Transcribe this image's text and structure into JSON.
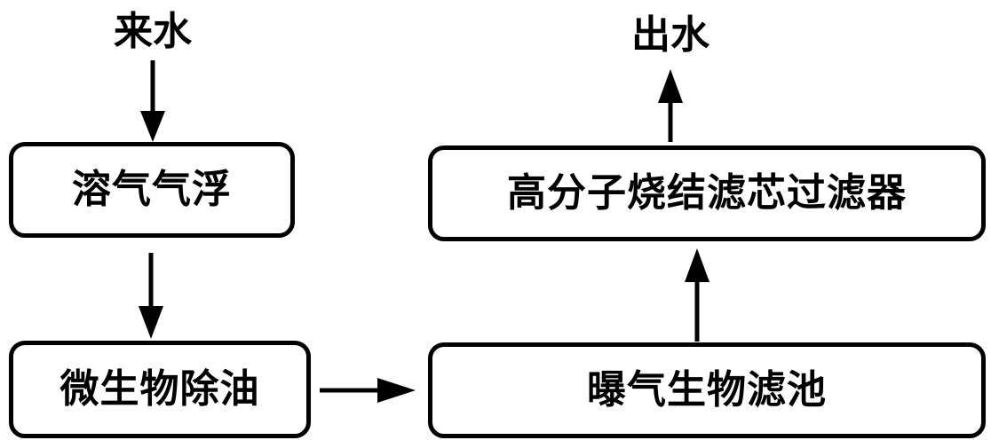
{
  "input_label": "来水",
  "output_label": "出水",
  "nodes": {
    "dissolved_air_flotation": "溶气气浮",
    "microbial_oil_removal": "微生物除油",
    "aerated_biofilter": "曝气生物滤池",
    "polymer_sintered_filter": "高分子烧结滤芯过滤器"
  },
  "colors": {
    "stroke": "#000000",
    "background": "#ffffff"
  }
}
